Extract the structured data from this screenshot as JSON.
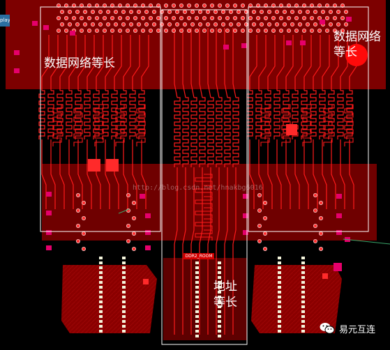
{
  "colors": {
    "board": "#7a0000",
    "trace": "#ff1a1a",
    "pad": "#e5006b",
    "outline": "#ffffff",
    "accent": "#ff0a0a"
  },
  "window_tab": {
    "label": "play"
  },
  "annotations": {
    "left_region": "数据网络等长",
    "right_region_line1": "数据网络",
    "right_region_line2": "等长",
    "center_region_line1": "地址",
    "center_region_line2": "等长"
  },
  "component": {
    "room_label": "DDR2_ROOM"
  },
  "watermark": {
    "text": "http://blog.csdn.net/hnakbg6016"
  },
  "brand": {
    "icon": "wechat-icon",
    "name": "易元互连"
  }
}
